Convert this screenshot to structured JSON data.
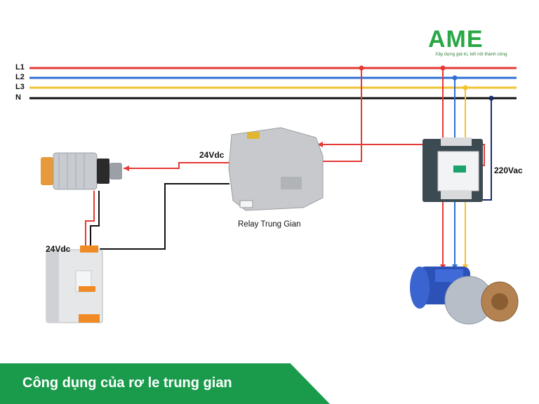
{
  "logo": {
    "name": "AME",
    "tagline": "Xây dựng giá trị, kết nối thành công",
    "color": "#28a745"
  },
  "lines": [
    {
      "label": "L1",
      "color": "#e53935"
    },
    {
      "label": "L2",
      "color": "#2f6fd6"
    },
    {
      "label": "L3",
      "color": "#f2c230"
    },
    {
      "label": "N",
      "color": "#111111"
    }
  ],
  "annotations": {
    "sensor_voltage": "24Vdc",
    "supply_voltage": "24Vdc",
    "contactor_voltage": "220Vac"
  },
  "components": {
    "relay_caption": "Relay Trung Gian",
    "sensor": "proximity-sensor",
    "power_supply": "dc-power-supply",
    "contactor": "contactor",
    "motor": "pump-motor"
  },
  "banner": {
    "title": "Công dụng của rơ le trung gian",
    "color": "#1a9b4c"
  }
}
